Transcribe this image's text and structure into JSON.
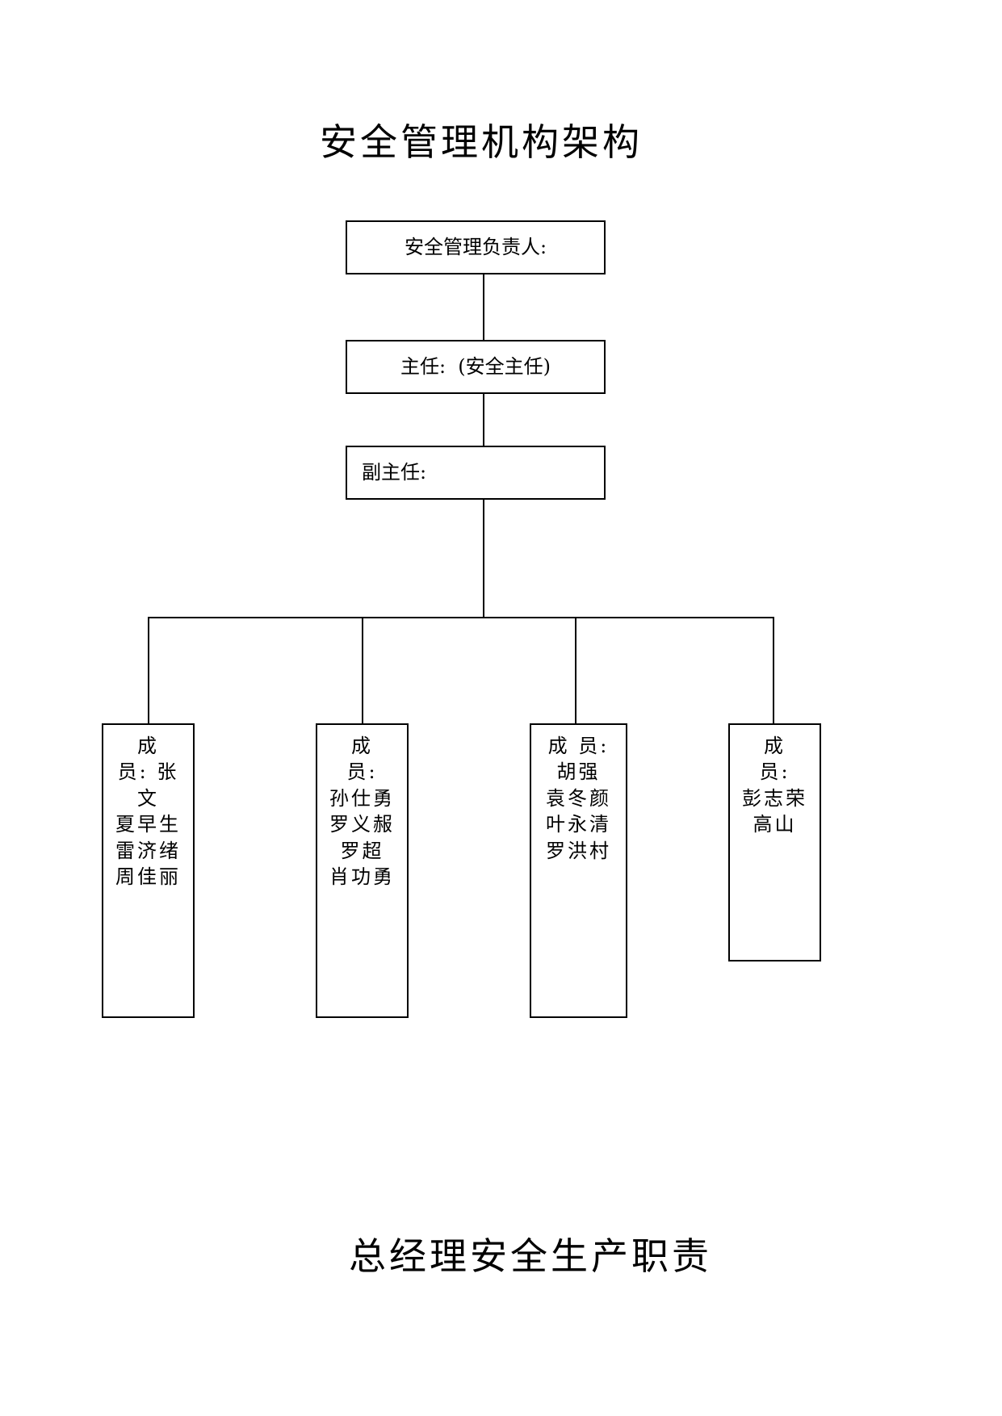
{
  "title": "安全管理机构架构",
  "hierarchy": {
    "head": "安全管理负责人:",
    "director": "主任:  (安全主任)",
    "deputy": "副主任:"
  },
  "member_groups": [
    {
      "lines": [
        "成",
        "员: 张",
        "文",
        "夏早生",
        "雷济绪",
        "周佳丽"
      ]
    },
    {
      "lines": [
        "成",
        "员:",
        "孙仕勇",
        "罗义赧",
        "罗超",
        "肖功勇"
      ]
    },
    {
      "lines": [
        "成 员:",
        "胡强",
        "袁冬颜",
        "叶永清",
        "罗洪村"
      ]
    },
    {
      "lines": [
        "成",
        "员:",
        "彭志荣",
        "高山"
      ]
    }
  ],
  "next_section_title": "总经理安全生产职责"
}
